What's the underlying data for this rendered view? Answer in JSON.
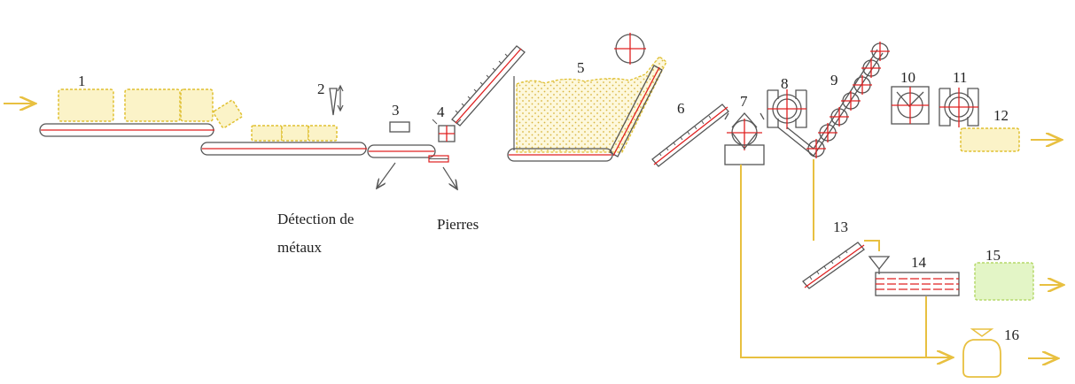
{
  "diagram": {
    "step_numbers": [
      "1",
      "2",
      "3",
      "4",
      "5",
      "6",
      "7",
      "8",
      "9",
      "10",
      "11",
      "12",
      "13",
      "14",
      "15",
      "16"
    ],
    "labels": {
      "metal_detection_line1": "Détection de",
      "metal_detection_line2": "métaux",
      "stones": "Pierres"
    },
    "colors": {
      "belt_frame": "#555555",
      "belt_axis": "#e02020",
      "material": "#e8c040",
      "material_fill": "#fbf3c8",
      "final_product": "#e3f5c6",
      "flow_line": "#e8c040"
    }
  }
}
